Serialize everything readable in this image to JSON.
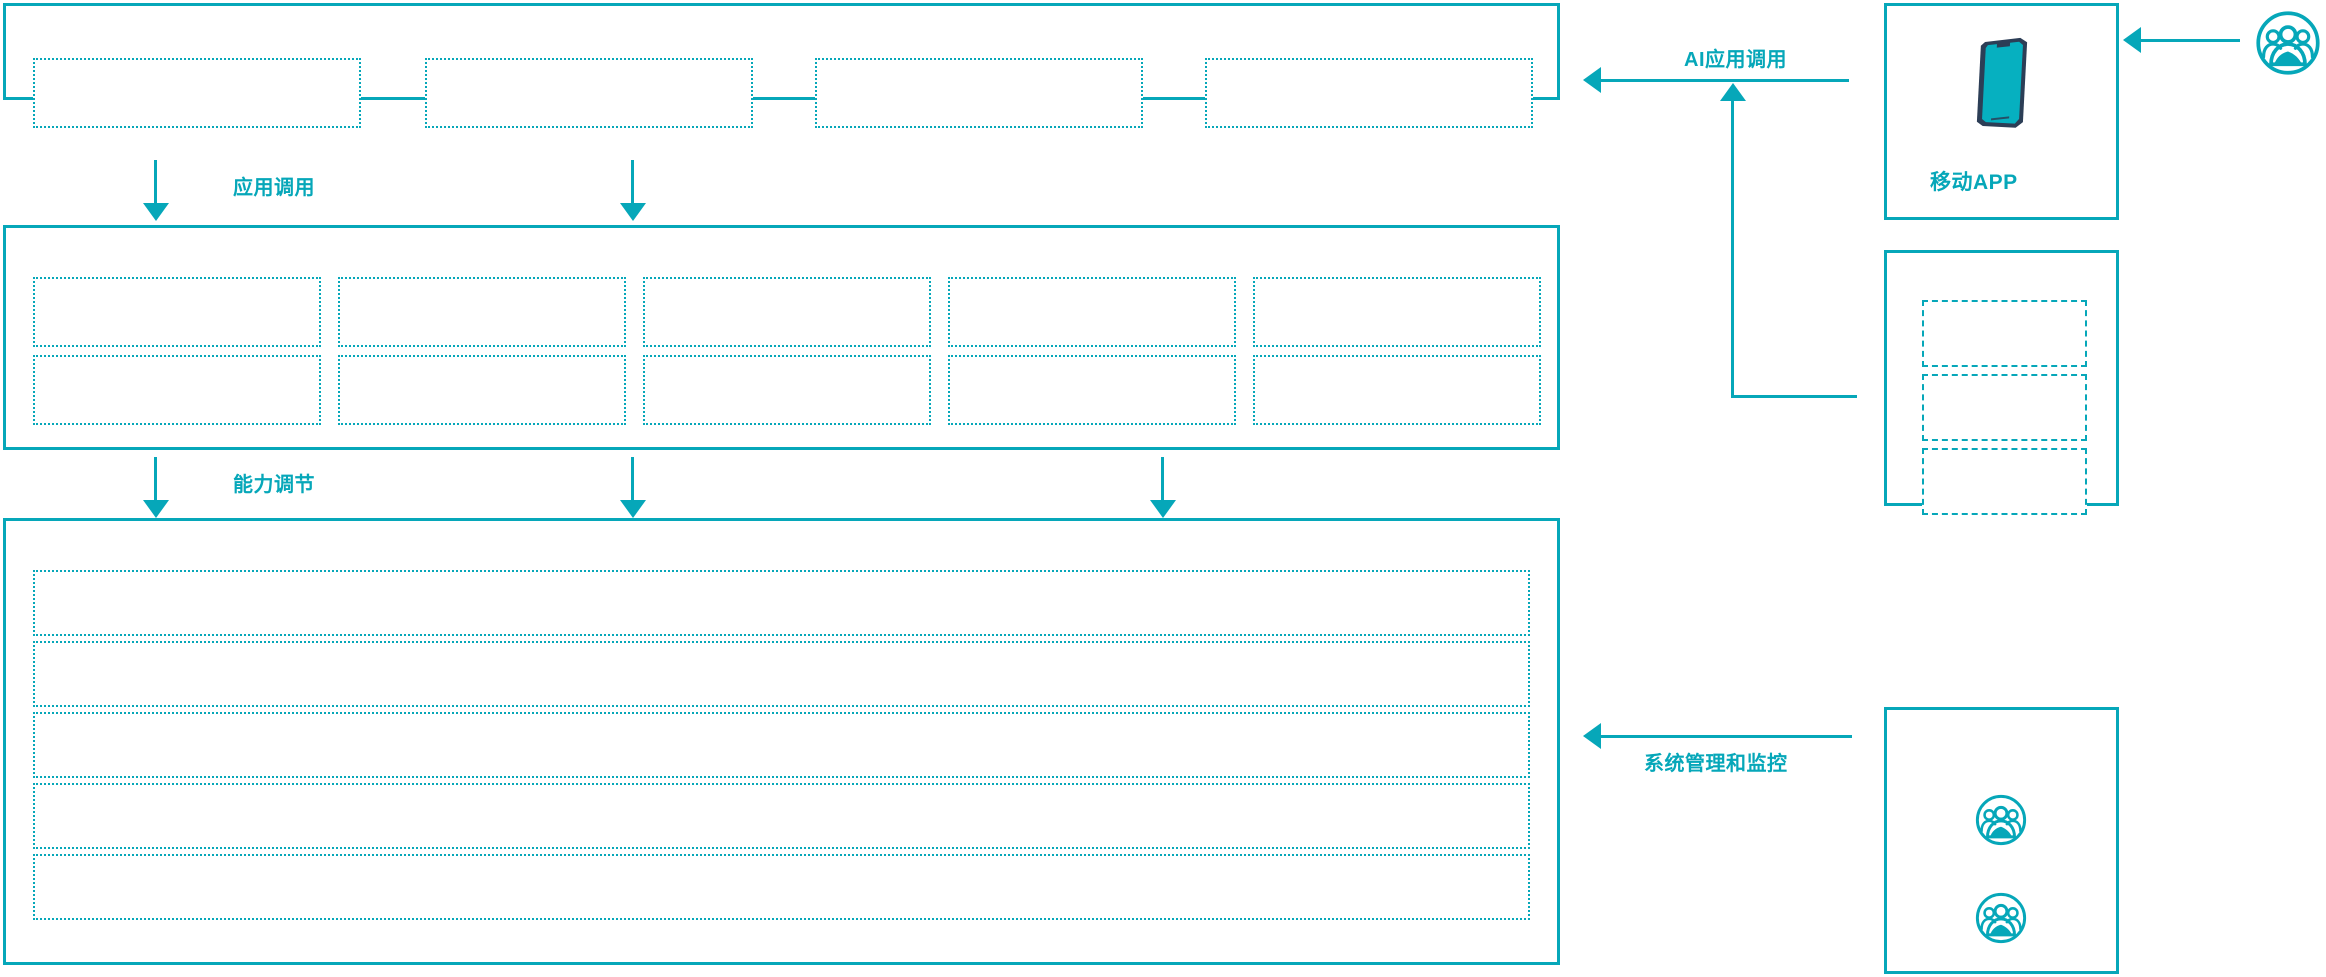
{
  "diagram": {
    "accent_color": "#06a7b9",
    "phone_frame_color": "#2c3e56",
    "background": "#ffffff"
  },
  "layers": {
    "application_layer": {
      "name": "application-layer-panel",
      "slots": [
        "",
        "",
        "",
        ""
      ]
    },
    "capability_layer": {
      "name": "capability-layer-panel",
      "columns": 5,
      "rows": 2,
      "slots": [
        "",
        "",
        "",
        "",
        "",
        "",
        "",
        "",
        "",
        ""
      ]
    },
    "platform_layer": {
      "name": "platform-layer-panel",
      "rows": [
        "",
        "",
        "",
        "",
        ""
      ]
    }
  },
  "flow_labels": {
    "app_invoke": "应用调用",
    "capability_adjust": "能力调节",
    "ai_app_invoke": "AI应用调用",
    "system_manage_monitor": "系统管理和监控"
  },
  "right_column": {
    "mobile_app_card": {
      "label": "移动APP",
      "icon": "smartphone-icon"
    },
    "channel_card": {
      "slots": [
        "",
        "",
        ""
      ]
    },
    "operations_card": {
      "icons": [
        "users-group-icon",
        "users-group-icon"
      ]
    },
    "end_user": {
      "icon": "users-group-icon"
    }
  }
}
